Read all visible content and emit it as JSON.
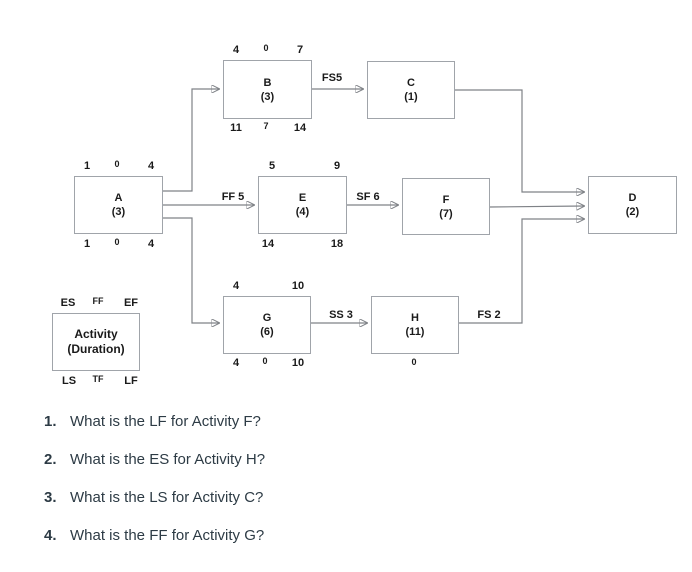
{
  "diagram": {
    "legend": {
      "es": "ES",
      "ff": "FF",
      "ef": "EF",
      "name": "Activity",
      "duration": "(Duration)",
      "ls": "LS",
      "tf": "TF",
      "lf": "LF"
    },
    "nodes": {
      "A": {
        "name": "A",
        "duration": "(3)",
        "es": "1",
        "ff": "0",
        "ef": "4",
        "ls": "1",
        "tf": "0",
        "lf": "4"
      },
      "B": {
        "name": "B",
        "duration": "(3)",
        "es": "4",
        "ff": "0",
        "ef": "7",
        "ls": "11",
        "tf": "7",
        "lf": "14"
      },
      "C": {
        "name": "C",
        "duration": "(1)"
      },
      "D": {
        "name": "D",
        "duration": "(2)"
      },
      "E": {
        "name": "E",
        "duration": "(4)",
        "es": "5",
        "ef": "9",
        "ls": "14",
        "lf": "18"
      },
      "F": {
        "name": "F",
        "duration": "(7)"
      },
      "G": {
        "name": "G",
        "duration": "(6)",
        "es": "4",
        "ef": "10",
        "ls": "4",
        "tf": "0",
        "lf": "10"
      },
      "H": {
        "name": "H",
        "duration": "(11)",
        "tf": "0"
      }
    },
    "edge_labels": {
      "b_c": "FS5",
      "a_e": "FF 5",
      "e_f": "SF 6",
      "g_h": "SS 3",
      "h_d": "FS 2"
    }
  },
  "questions": [
    {
      "number": "1.",
      "text": "What is the LF for Activity F?"
    },
    {
      "number": "2.",
      "text": "What is the ES for Activity H?"
    },
    {
      "number": "3.",
      "text": "What is the LS for Activity C?"
    },
    {
      "number": "4.",
      "text": "What is the FF for Activity G?"
    }
  ],
  "colors": {
    "background": "#ffffff",
    "box_border": "#a0a4aa",
    "wire": "#7f8287",
    "arrowhead": "#1a1a1a",
    "diagram_text": "#1a1a1a",
    "question_text": "#2d3b45"
  }
}
